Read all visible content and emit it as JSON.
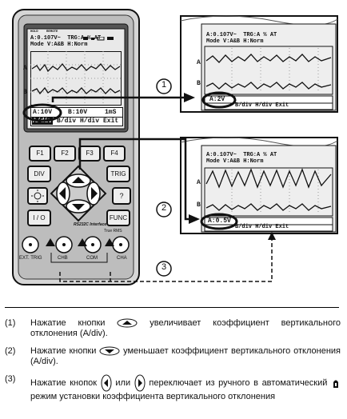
{
  "meter": {
    "lcd": {
      "status_bar": [
        "HOLD",
        "REMOTE"
      ],
      "line1": "A:0.107V~  TRG:A % AT",
      "line2": "Mode V:A&B H:Norm",
      "marker_a": "A",
      "marker_b": "B",
      "softkeys_row1": [
        "A:10V",
        "B:10V",
        "1mS"
      ],
      "softkeys_row2": [
        "A/div",
        "B/div",
        "H/div",
        "Exit"
      ]
    },
    "buttons": {
      "f1": "F1",
      "f2": "F2",
      "f3": "F3",
      "f4": "F4",
      "div": "DIV",
      "trig": "TRIG",
      "io": "I / O",
      "func": "FUNC",
      "help": "?"
    },
    "interface_label": "RS232C Interface",
    "true_rms": "True RMS",
    "terminals": [
      "EXT. TRIG",
      "CHB",
      "COM",
      "CHA"
    ]
  },
  "callout_top": {
    "line1": "A:0.107V~  TRG:A % AT",
    "line2": "Mode V:A&B H:Norm",
    "circled_value": "A:2V",
    "row2": "B/div H/div Exit",
    "marker_a": "A",
    "marker_b": "B"
  },
  "callout_bottom": {
    "line1": "A:0.107V~  TRG:A % AT",
    "line2": "Mode V:A&B H:Norm",
    "circled_value": "A:0.5V",
    "row2": "B/div H/div Exit",
    "marker_a": "A",
    "marker_b": "B"
  },
  "callout_numbers": [
    "1",
    "2",
    "3"
  ],
  "notes": [
    {
      "num": "(1)",
      "before": "Нажатие кнопки",
      "after": "увеличивает коэффициент вертикального отклонения (А/div)."
    },
    {
      "num": "(2)",
      "before": "Нажатие кнопки",
      "after": "уменьшает коэффициент вертикального отклонения (А/div)."
    },
    {
      "num": "(3)",
      "before": "Нажатие кнопок",
      "middle": "или",
      "after_a": "переключает из ручного в автоматический",
      "after_b": "режим установки коэффициента вертикального отклонения"
    }
  ]
}
